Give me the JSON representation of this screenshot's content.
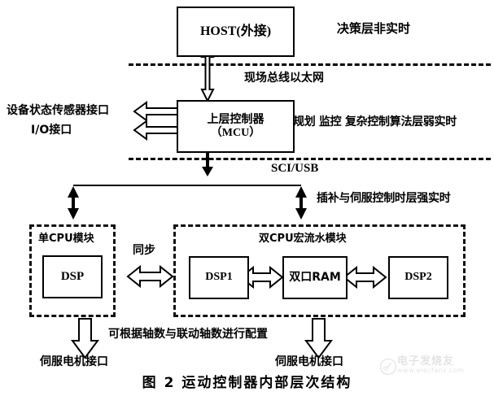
{
  "figure": {
    "caption": "图 2  运动控制器内部层次结构"
  },
  "boxes": {
    "host": "HOST(外接)",
    "mcu_line1": "上层控制器",
    "mcu_line2": "（MCU）",
    "dsp": "DSP",
    "dsp1": "DSP1",
    "dpram": "双口RAM",
    "dsp2": "DSP2"
  },
  "modules": {
    "single_cpu": "单CPU模块",
    "dual_cpu": "双CPU宏流水模块"
  },
  "layer_labels": {
    "decision": "决策层非实时",
    "planning": "规划 监控 复杂控制算法层弱实时",
    "interpolation": "插补与伺服控制时层强实时"
  },
  "bus_labels": {
    "fieldbus": "现场总线以太网",
    "sci_usb": "SCI/USB",
    "sync": "同步"
  },
  "io_labels": {
    "sensor_interface": "设备状态传感器接口",
    "io_interface": "I/O接口",
    "servo_left": "伺服电机接口",
    "servo_right": "伺服电机接口",
    "config_note": "可根据轴数与联动轴数进行配置"
  },
  "watermark": {
    "cn": "电子发烧友",
    "url": "www.elecfans.com"
  },
  "colors": {
    "line": "#000000",
    "background": "#ffffff"
  }
}
